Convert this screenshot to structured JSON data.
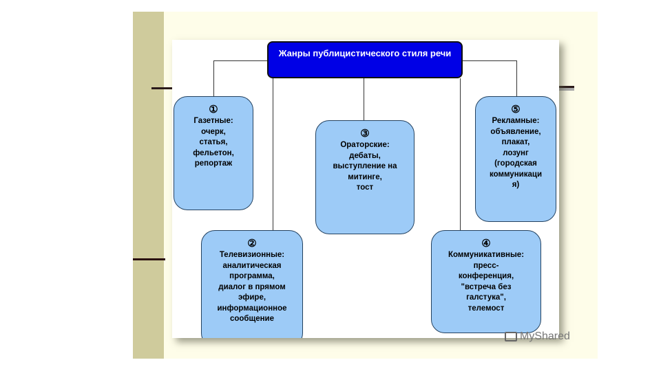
{
  "diagram": {
    "title": "Жанры публицистического стиля речи",
    "boxes": [
      {
        "number": "①",
        "text": "Газетные:\nочерк,\nстатья,\nфельетон,\nрепортаж"
      },
      {
        "number": "②",
        "text": "Телевизионные:\nаналитическая\nпрограмма,\nдиалог в прямом\nэфире,\nинформационное\nсообщение"
      },
      {
        "number": "③",
        "text": "Ораторские:\nдебаты,\nвыступление на\nмитинге,\nтост"
      },
      {
        "number": "④",
        "text": "Коммуникативные:\nпресс-\nконференция,\n\"встреча без\nгалстука\",\nтелемост"
      },
      {
        "number": "⑤",
        "text": "Рекламные:\nобъявление,\nплакат,\nлозунг\n(городская\nкоммуникаци\nя)"
      }
    ]
  },
  "watermark": "MyShared",
  "colors": {
    "slide_bg": "#fefde9",
    "stripe": "#cfcb9c",
    "title_bg": "#0000e6",
    "box_bg": "#9dcbf7"
  }
}
